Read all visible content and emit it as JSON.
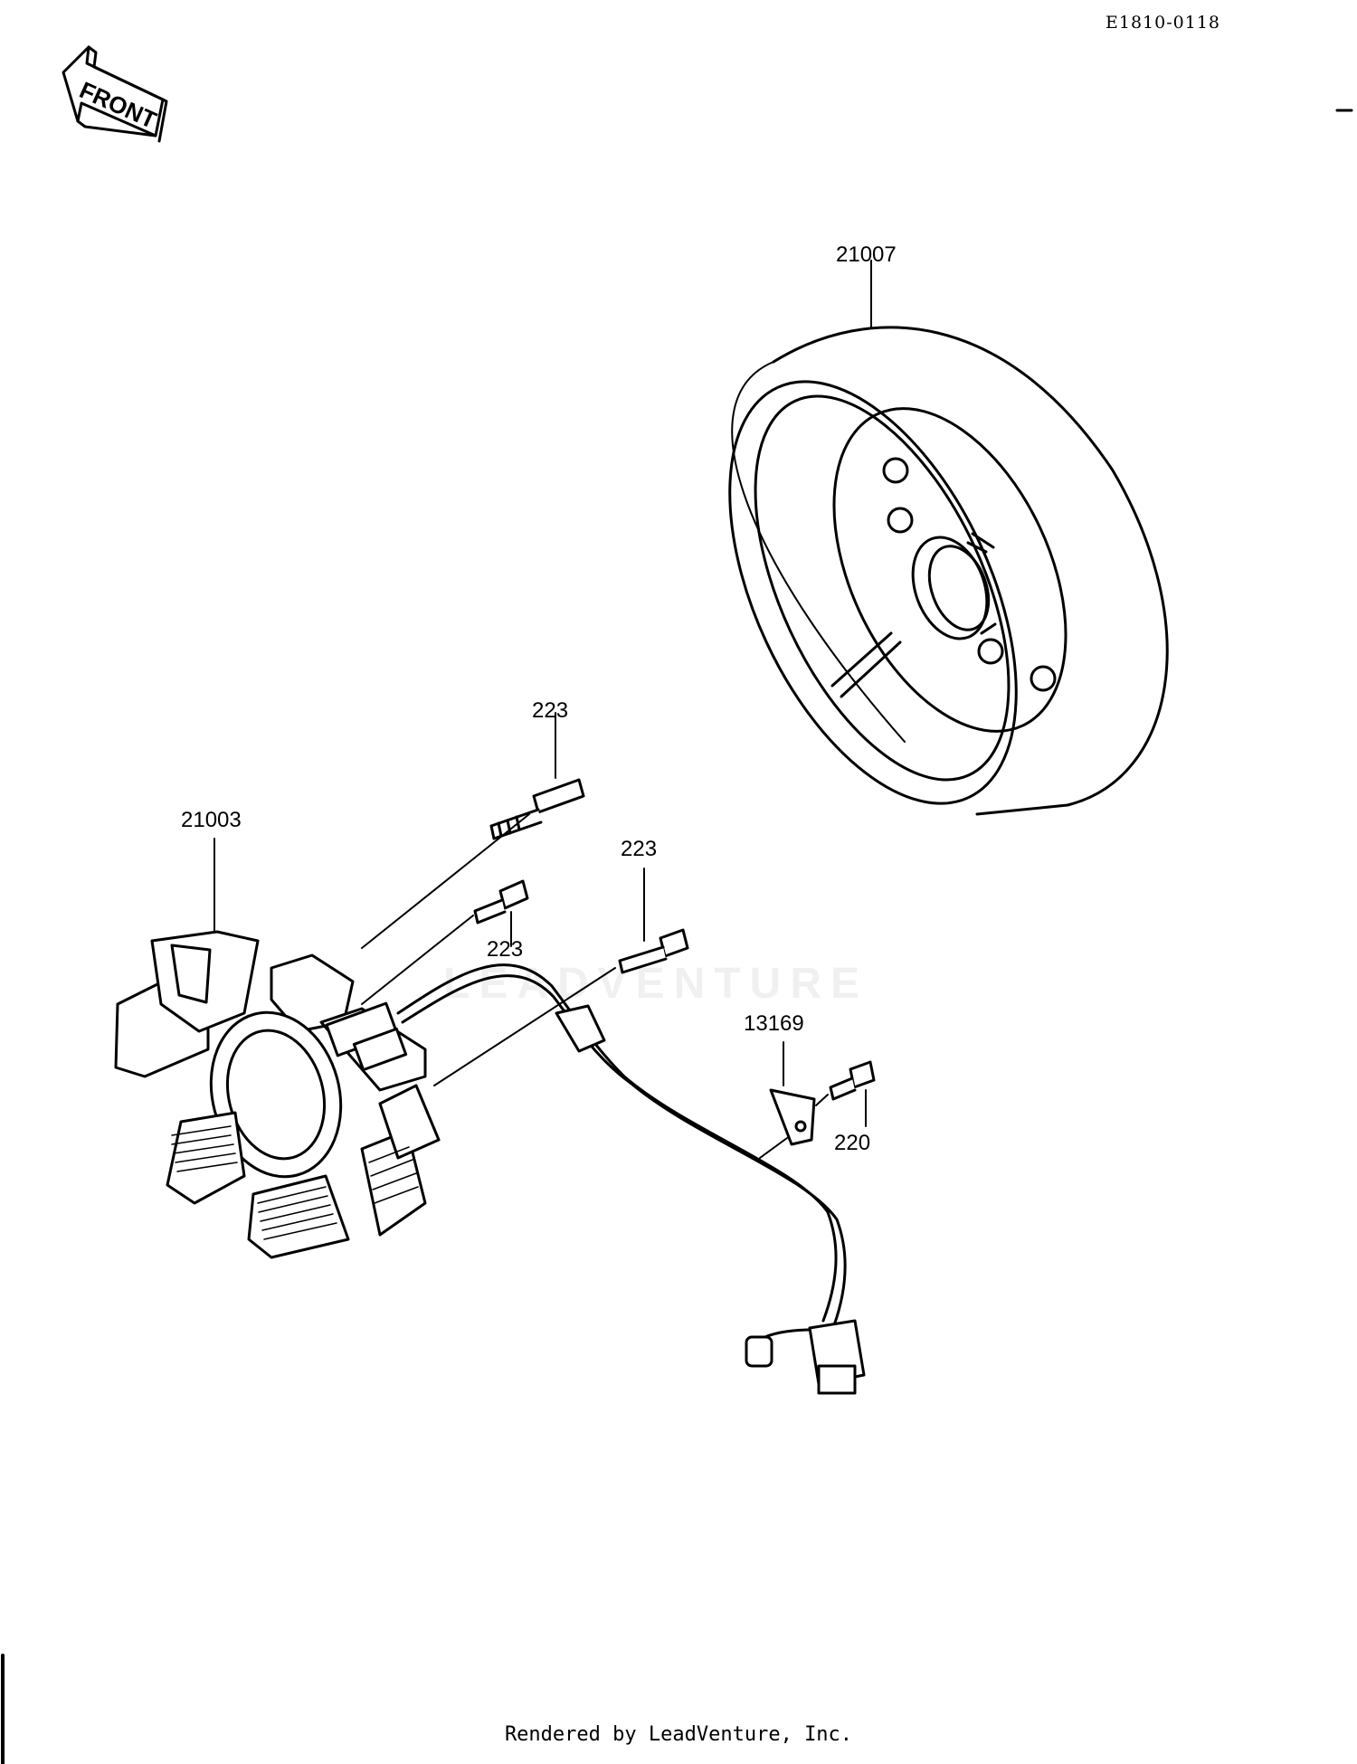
{
  "ref_code": "E1810-0118",
  "front_label": "FRONT",
  "watermark": "LEADVENTURE",
  "callouts": {
    "flywheel": "21007",
    "stator": "21003",
    "bolt_upper": "223",
    "bolt_middle_left": "223",
    "bolt_middle_right": "223",
    "clamp": "13169",
    "clamp_bolt": "220"
  },
  "footer": "Rendered by LeadVenture, Inc."
}
